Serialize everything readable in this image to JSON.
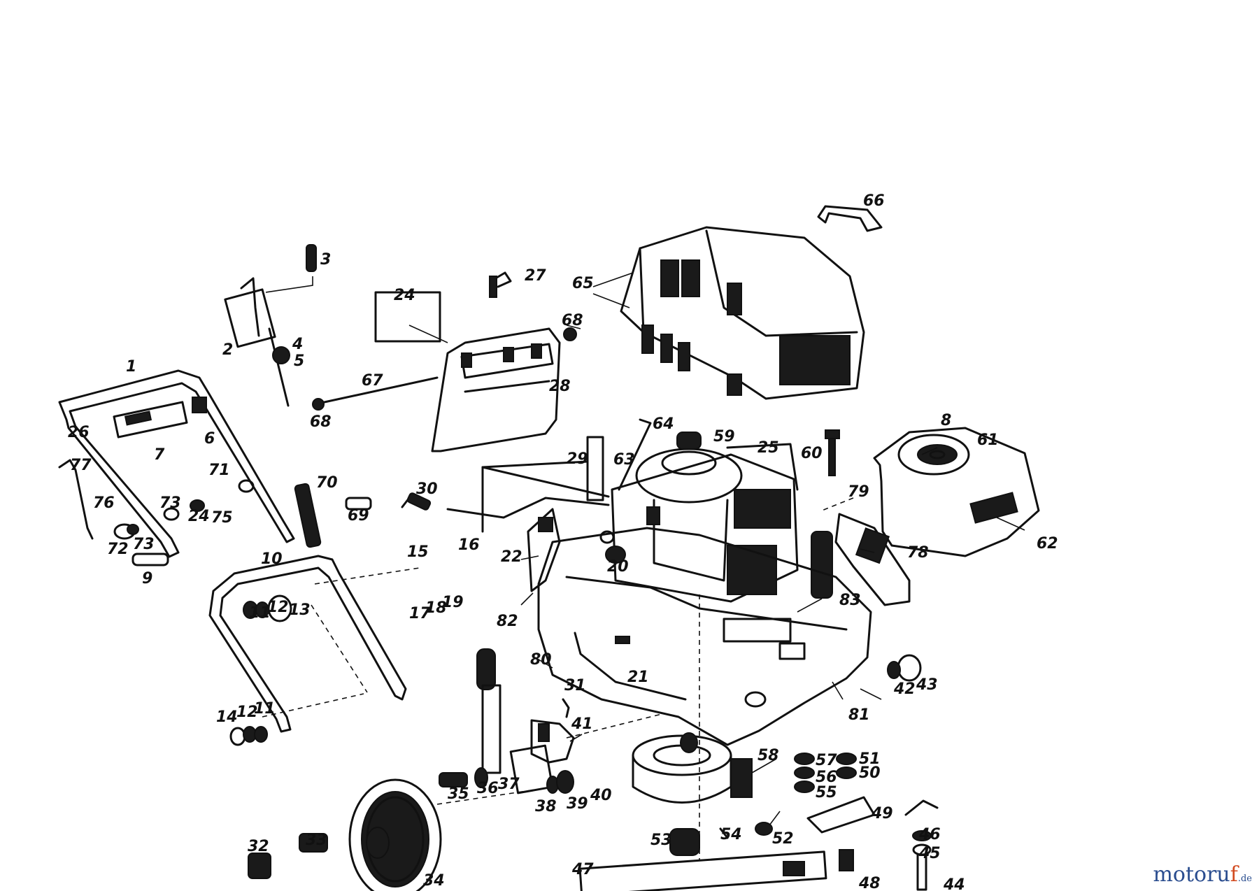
{
  "diagram": {
    "callouts": [
      "1",
      "2",
      "3",
      "4",
      "5",
      "6",
      "7",
      "8",
      "9",
      "10",
      "11",
      "12",
      "13",
      "14",
      "12",
      "11",
      "15",
      "16",
      "17",
      "18",
      "19",
      "20",
      "21",
      "22",
      "24",
      "24",
      "25",
      "26",
      "27",
      "28",
      "29",
      "30",
      "31",
      "32",
      "33",
      "34",
      "35",
      "36",
      "37",
      "38",
      "39",
      "40",
      "41",
      "42",
      "43",
      "44",
      "45",
      "46",
      "47",
      "48",
      "49",
      "50",
      "51",
      "52",
      "53",
      "54",
      "55",
      "56",
      "57",
      "58",
      "59",
      "60",
      "61",
      "62",
      "63",
      "64",
      "65",
      "66",
      "67",
      "68",
      "68",
      "69",
      "70",
      "71",
      "72",
      "73",
      "73",
      "75",
      "76",
      "77",
      "78",
      "79",
      "80",
      "81",
      "82",
      "83"
    ]
  },
  "watermark": {
    "main": "motoru",
    "accent": "f",
    "tld": ".de"
  }
}
